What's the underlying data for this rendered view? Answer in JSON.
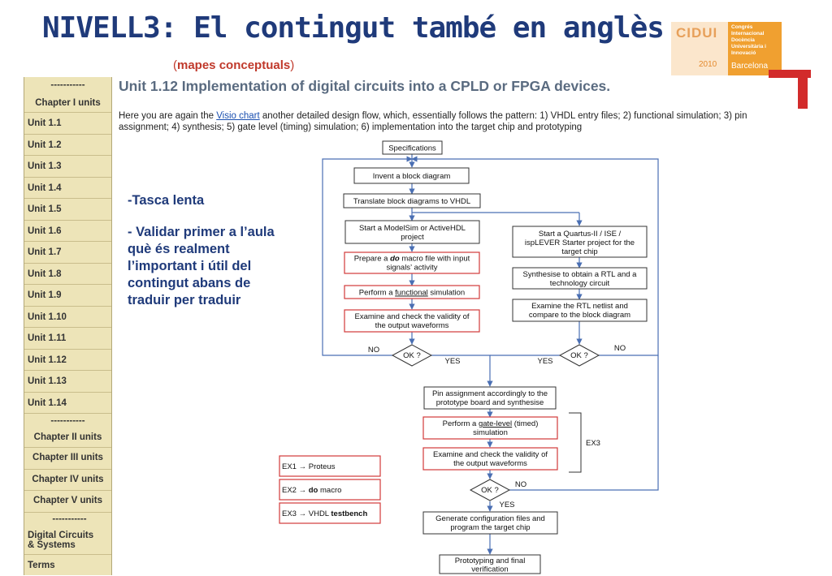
{
  "slide": {
    "title": "NIVELL3: El contingut també en anglès ...",
    "subtitle_open": "(",
    "subtitle": "mapes conceptuals",
    "subtitle_close": ")"
  },
  "logo": {
    "name": "CIDUI",
    "year": "2010",
    "line1": "Congrés",
    "line2": "Internacional",
    "line3": "Docència",
    "line4": "Universitària i",
    "line5": "Innovació",
    "city": "Barcelona"
  },
  "sidebar": {
    "items": [
      {
        "label": "-----------",
        "sub": "Chapter I units"
      },
      {
        "label": "Unit 1.1"
      },
      {
        "label": "Unit 1.2"
      },
      {
        "label": "Unit 1.3"
      },
      {
        "label": "Unit 1.4"
      },
      {
        "label": "Unit 1.5"
      },
      {
        "label": "Unit 1.6"
      },
      {
        "label": "Unit 1.7"
      },
      {
        "label": "Unit 1.8"
      },
      {
        "label": "Unit 1.9"
      },
      {
        "label": "Unit 1.10"
      },
      {
        "label": "Unit 1.11"
      },
      {
        "label": "Unit 1.12"
      },
      {
        "label": "Unit 1.13"
      },
      {
        "label": "Unit 1.14"
      },
      {
        "label": "-----------",
        "sub": "Chapter II units"
      },
      {
        "label": "Chapter III units"
      },
      {
        "label": "Chapter IV units"
      },
      {
        "label": "Chapter V units"
      },
      {
        "label": "-----------",
        "sub": "Digital Circuits & Systems"
      },
      {
        "label": "Terms"
      }
    ]
  },
  "main": {
    "unit_title": "Unit 1.12  Implementation of digital circuits into a CPLD or FPGA devices.",
    "intro_a": "Here you are again the ",
    "intro_link": "Visio chart",
    "intro_b": " another detailed design flow, which, essentially follows the pattern: 1) VHDL entry files;  2) functional simulation; 3) pin assignment; 4) synthesis; 5) gate level (timing) simulation; 6) implementation into the target chip and prototyping"
  },
  "note": {
    "line1": "-Tasca lenta",
    "line2": "- Validar primer a l’aula què és realment l’important i útil del contingut abans de traduir per traduir"
  },
  "flow": {
    "specifications": "Specifications",
    "invent": "Invent a block diagram",
    "translate": "Translate block diagrams to VHDL",
    "modelsim_1": "Start a ModelSim or ActiveHDL",
    "modelsim_2": "project",
    "prepare_1a": "Prepare a ",
    "prepare_1b": "do",
    "prepare_1c": " macro file with input",
    "prepare_2": "signals’ activity",
    "functional_a": "Perform a ",
    "functional_b": "functional",
    "functional_c": " simulation",
    "examine_1": "Examine and check the validity of",
    "examine_2": "the output waveforms",
    "quartus_1": "Start a Quartus-II / ISE /",
    "quartus_2": "ispLEVER Starter project for the",
    "quartus_3": "target chip",
    "synth_1": "Synthesise to obtain a RTL and a",
    "synth_2": "technology circuit",
    "rtl_1": "Examine the RTL netlist and",
    "rtl_2": "compare to the block diagram",
    "ok": "OK ?",
    "no": "NO",
    "yes": "YES",
    "pin_1": "Pin assignment accordingly to the",
    "pin_2": "prototype board and synthesise",
    "gate_1a": "Perform a ",
    "gate_1b": "gate-level",
    "gate_1c": " (timed)",
    "gate_2": "simulation",
    "examine2_1": "Examine and check the validity of",
    "examine2_2": "the output waveforms",
    "ex3": "EX3",
    "gen_1": "Generate configuration files and",
    "gen_2": "program the target chip",
    "proto_1": "Prototyping and final",
    "proto_2": "verification",
    "legend1_a": "EX1 ",
    "legend1_b": "Proteus",
    "legend2_a": "EX2 ",
    "legend2_b": "do",
    "legend2_c": " macro",
    "legend3_a": "EX3 ",
    "legend3_b": "VHDL ",
    "legend3_c": "testbench"
  },
  "colors": {
    "title": "#1f3a7a",
    "accent_red": "#c0392b",
    "sidebar_bg": "#ede4b8",
    "logo_orange": "#f0a030"
  }
}
